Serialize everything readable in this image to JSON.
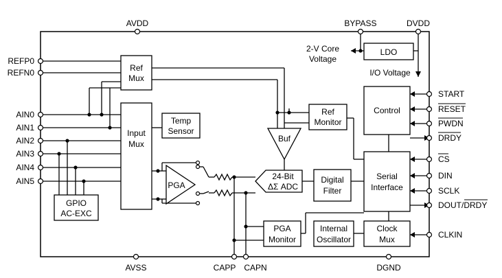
{
  "top_pins": {
    "avdd": "AVDD",
    "bypass": "BYPASS",
    "dvdd": "DVDD"
  },
  "bottom_pins": {
    "avss": "AVSS",
    "capp": "CAPP",
    "capn": "CAPN",
    "dgnd": "DGND"
  },
  "left_pins": {
    "refp0": "REFP0",
    "refn0": "REFN0",
    "ain0": "AIN0",
    "ain1": "AIN1",
    "ain2": "AIN2",
    "ain3": "AIN3",
    "ain4": "AIN4",
    "ain5": "AIN5"
  },
  "right_pins": {
    "start": "START",
    "reset": "RESET",
    "pwdn": "PWDN",
    "drdy": "DRDY",
    "cs": "CS",
    "din": "DIN",
    "sclk": "SCLK",
    "dout_prefix": "DOUT/",
    "dout_drdy": "DRDY",
    "clkin": "CLKIN"
  },
  "annotations": {
    "core_voltage_1": "2-V Core",
    "core_voltage_2": "Voltage",
    "io_voltage": "I/O Voltage"
  },
  "blocks": {
    "ref_mux_1": "Ref",
    "ref_mux_2": "Mux",
    "input_mux_1": "Input",
    "input_mux_2": "Mux",
    "temp_sensor_1": "Temp",
    "temp_sensor_2": "Sensor",
    "gpio_1": "GPIO",
    "gpio_2": "AC-EXC",
    "pga": "PGA",
    "buf": "Buf",
    "ref_monitor_1": "Ref",
    "ref_monitor_2": "Monitor",
    "adc_1": "24-Bit",
    "adc_2": "ΔΣ ADC",
    "digital_filter_1": "Digital",
    "digital_filter_2": "Filter",
    "ldo": "LDO",
    "control": "Control",
    "serial_interface_1": "Serial",
    "serial_interface_2": "Interface",
    "pga_monitor_1": "PGA",
    "pga_monitor_2": "Monitor",
    "internal_osc_1": "Internal",
    "internal_osc_2": "Oscillator",
    "clock_mux_1": "Clock",
    "clock_mux_2": "Mux"
  }
}
